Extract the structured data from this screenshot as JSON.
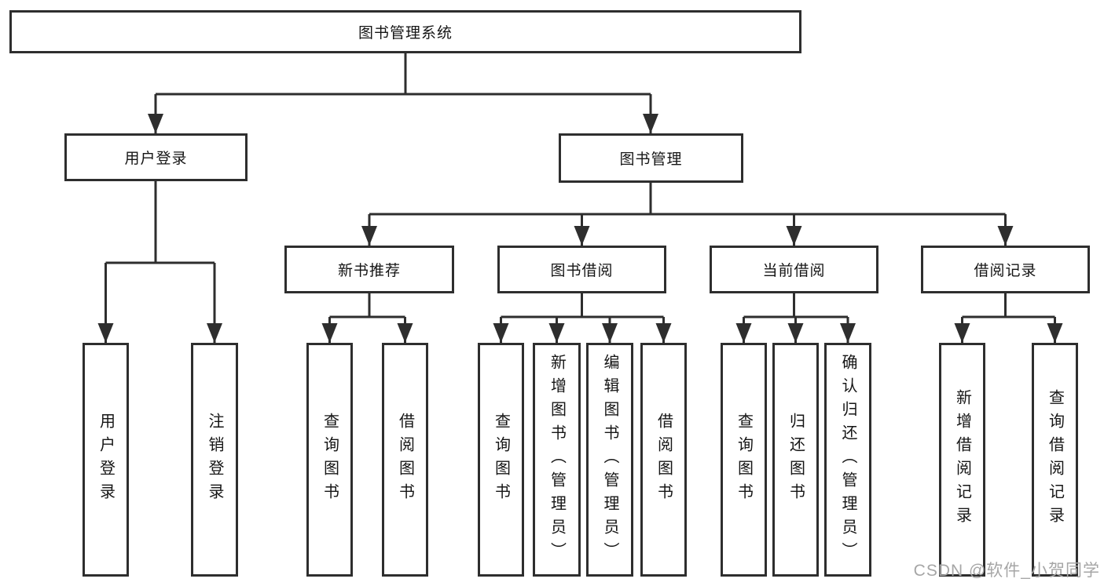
{
  "title": "图书管理系统",
  "level2": {
    "left": "用户登录",
    "right": "图书管理"
  },
  "level3": [
    "新书推荐",
    "图书借阅",
    "当前借阅",
    "借阅记录"
  ],
  "leaves": {
    "user": [
      "用户登录",
      "注销登录"
    ],
    "newbook": [
      "查询图书",
      "借阅图书"
    ],
    "borrow": [
      "查询图书",
      "新增图书（管理员）",
      "编辑图书（管理员）",
      "借阅图书"
    ],
    "current": [
      "查询图书",
      "归还图书",
      "确认归还（管理员）"
    ],
    "records": [
      "新增借阅记录",
      "查询借阅记录"
    ]
  },
  "watermark": "CSDN @软件_小贺同学",
  "colors": {
    "line": "#2e2e2e",
    "text": "#151515",
    "watermark": "#a6a6a6",
    "background": "#ffffff"
  }
}
